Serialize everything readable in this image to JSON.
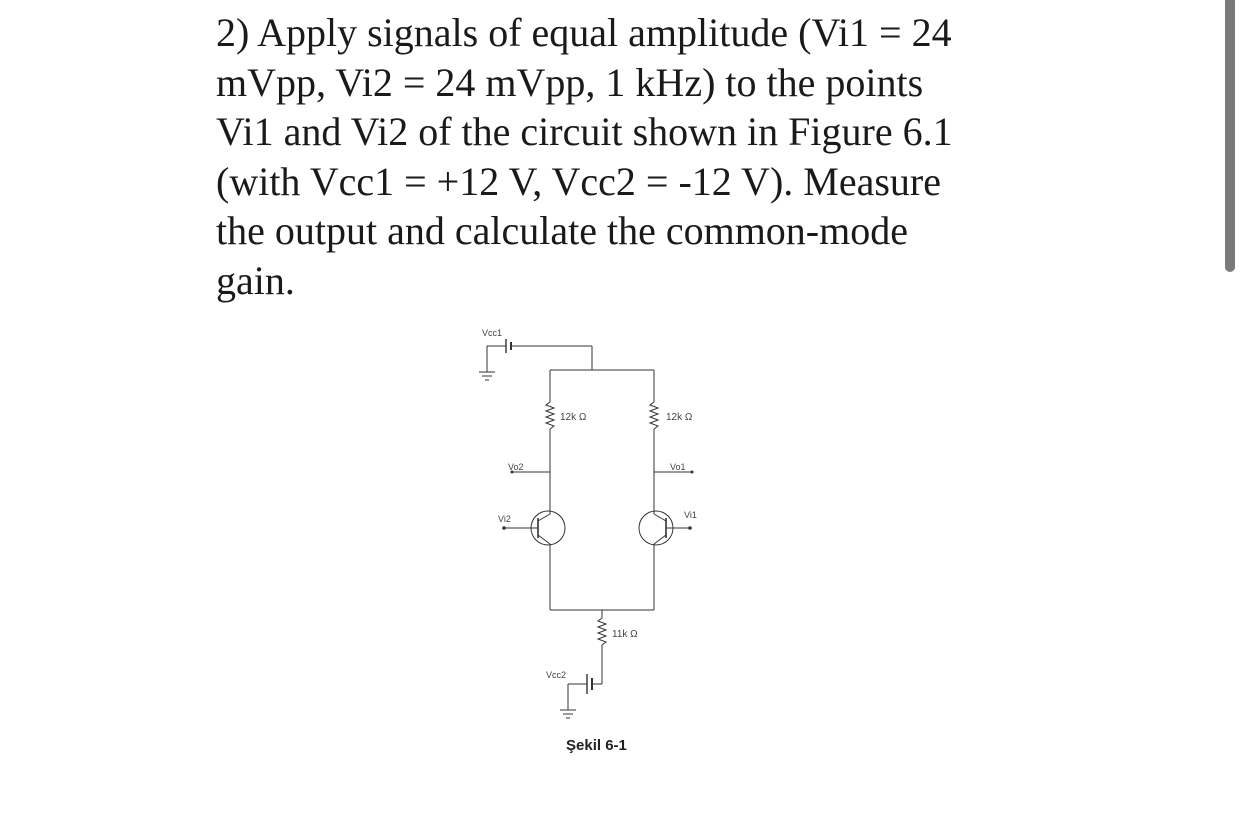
{
  "question": {
    "lines": [
      "2) Apply signals of equal amplitude (Vi1 = 24",
      "mVpp, Vi2 = 24 mVpp, 1 kHz) to the points",
      "Vi1 and Vi2 of the circuit shown in Figure 6.1",
      "(with Vcc1 = +12 V, Vcc2 = -12 V). Measure",
      "the output and calculate the common-mode",
      "gain."
    ]
  },
  "figure": {
    "caption": "Şekil 6-1",
    "labels": {
      "vcc1": "Vcc1",
      "vcc2": "Vcc2",
      "r_left": "12k Ω",
      "r_right": "12k Ω",
      "r_tail": "11k Ω",
      "vo2": "Vo2",
      "vo1": "Vo1",
      "vi2": "Vi2",
      "vi1": "Vi1"
    }
  }
}
